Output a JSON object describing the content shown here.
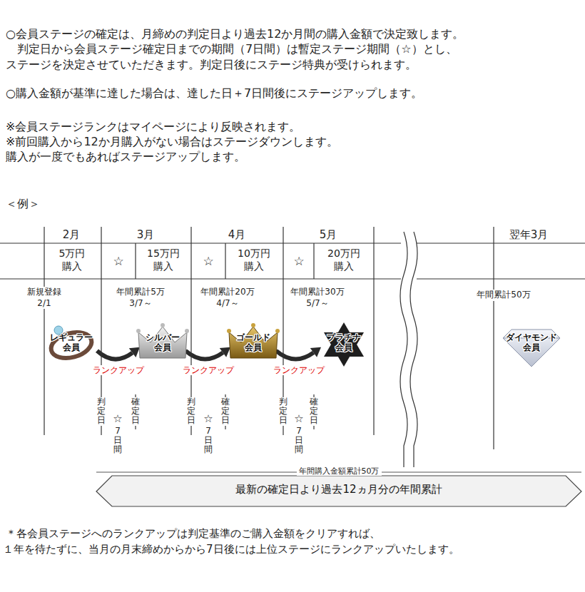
{
  "diagram": {
    "nodes": [
      {
        "text": [
          "レギュラー 会員"
        ]
      },
      {
        "text": [
          "シルバー 会員"
        ]
      },
      {
        "text": [
          "ゴールド 会員"
        ]
      },
      {
        "text": [
          "プラチナ 会員"
        ]
      },
      {
        "text": [
          "ダイヤモンド 会員"
        ]
      },
      {
        "text": [
          "年間購入金額累計50万",
          "最新の確定日より過去12ヵ月分の年間累計"
        ]
      }
    ],
    "edges": [
      {
        "from": 0,
        "to": 1,
        "label": "ランクアップ",
        "arrow": "to"
      },
      {
        "from": 1,
        "to": 2,
        "label": "ランクアップ",
        "arrow": "to"
      },
      {
        "from": 2,
        "to": 3,
        "label": "ランクアップ",
        "arrow": "to"
      }
    ],
    "labels": [
      "○会員ステージの確定は、月締めの判定日より過去12か月間の購入金額で決定致します。",
      "　判定日から会員ステージ確定日までの期間（7日間）は暫定ステージ期間（☆）とし、",
      "ステージを決定させていただきます。判定日後にステージ特典が受けられます。",
      "○購入金額が基準に達した場合は、達した日＋7日間後にステージアップします。",
      "※会員ステージランクはマイページにより反映されます。",
      "※前回購入から12か月購入がない場合はステージダウンします。",
      "購入が一度でもあればステージアップします。",
      "＜例＞",
      "2月",
      "3月",
      "4月",
      "5月",
      "翌年3月",
      "5万円 購入",
      "☆",
      "15万円 購入",
      "☆",
      "10万円 購入",
      "☆",
      "20万円 購入",
      "新規登録 2/1",
      "年間累計5万 3/7～",
      "年間累計20万 4/7～",
      "年間累計30万 5/7～",
      "年間累計50万",
      "判定日",
      "☆",
      "7日間",
      "確定日",
      "判定日",
      "☆",
      "7日間",
      "確定日",
      "判定日",
      "☆",
      "7日間",
      "確定日",
      "＊各会員ステージへのランクアップは判定基準のご購入金額をクリアすれば、",
      "１年を待たずに、当月の月末締めからから7日後には上位ステージにランクアップいたします。"
    ]
  }
}
